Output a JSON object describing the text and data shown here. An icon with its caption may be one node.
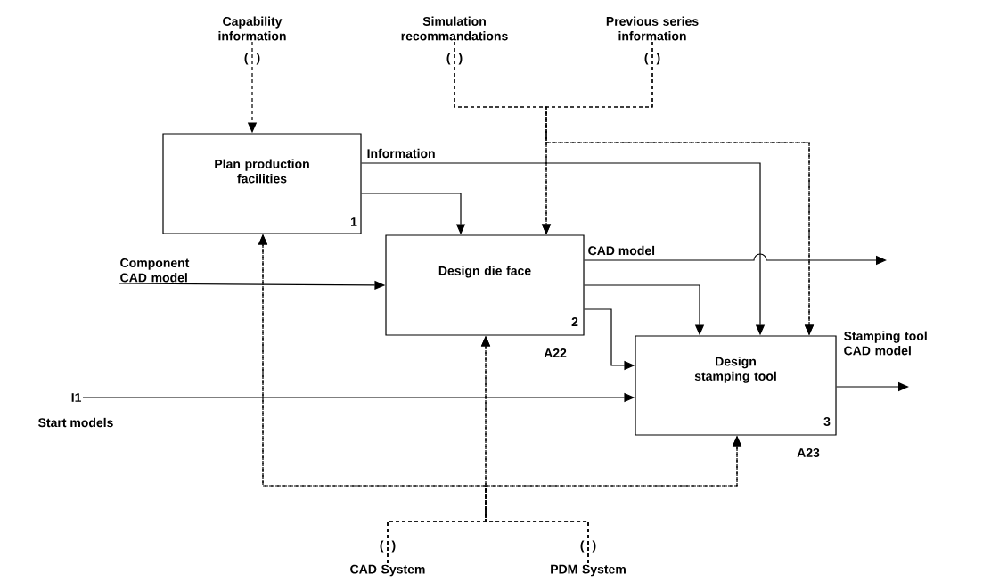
{
  "diagram": {
    "nodes": [
      {
        "text": [
          "Plan production facilities",
          "1"
        ]
      },
      {
        "text": [
          "Design die face",
          "2"
        ],
        "beside": [
          "A22"
        ]
      },
      {
        "text": [
          "Design stamping tool",
          "3"
        ],
        "beside": [
          "A23"
        ]
      },
      {
        "text": [
          "Capability information"
        ],
        "beside": [
          "( )"
        ]
      },
      {
        "text": [
          "Simulation recommandations"
        ],
        "beside": [
          "( )"
        ]
      },
      {
        "text": [
          "Previous series information"
        ],
        "beside": [
          "( )"
        ]
      },
      {
        "text": [
          "Component CAD model"
        ]
      },
      {
        "text": [
          "I1",
          "Start models"
        ]
      },
      {
        "text": [
          "CAD System"
        ],
        "beside": [
          "( )"
        ]
      },
      {
        "text": [
          "PDM System"
        ],
        "beside": [
          "( )"
        ]
      }
    ],
    "edges": [
      {
        "from": 3,
        "to": 0,
        "arrow": "to",
        "style": "dashed"
      },
      {
        "from": 4,
        "to": 1,
        "arrow": "to",
        "style": "dashed"
      },
      {
        "from": 5,
        "to": 1,
        "arrow": "to",
        "style": "dashed"
      },
      {
        "from": 4,
        "to": 2,
        "arrow": "to",
        "style": "dashed"
      },
      {
        "from": 5,
        "to": 2,
        "arrow": "to",
        "style": "dashed"
      },
      {
        "from": 0,
        "to": 1,
        "arrow": "to"
      },
      {
        "from": 0,
        "to": 2,
        "arrow": "to",
        "label": "Information"
      },
      {
        "from": 1,
        "to": null,
        "arrow": "to",
        "label": "CAD model"
      },
      {
        "from": 1,
        "to": 2,
        "arrow": "to"
      },
      {
        "from": 1,
        "to": 2,
        "arrow": "to"
      },
      {
        "from": 6,
        "to": 1,
        "arrow": "to"
      },
      {
        "from": 7,
        "to": 2,
        "arrow": "to"
      },
      {
        "from": 2,
        "to": null,
        "arrow": "to",
        "label": "Stamping tool CAD model"
      },
      {
        "from": 8,
        "to": 0,
        "arrow": "to",
        "style": "dashed"
      },
      {
        "from": 8,
        "to": 1,
        "arrow": "to",
        "style": "dashed"
      },
      {
        "from": 8,
        "to": 2,
        "arrow": "to",
        "style": "dashed"
      },
      {
        "from": 9,
        "to": 0,
        "arrow": "to",
        "style": "dashed"
      },
      {
        "from": 9,
        "to": 1,
        "arrow": "to",
        "style": "dashed"
      },
      {
        "from": 9,
        "to": 2,
        "arrow": "to",
        "style": "dashed"
      }
    ]
  }
}
